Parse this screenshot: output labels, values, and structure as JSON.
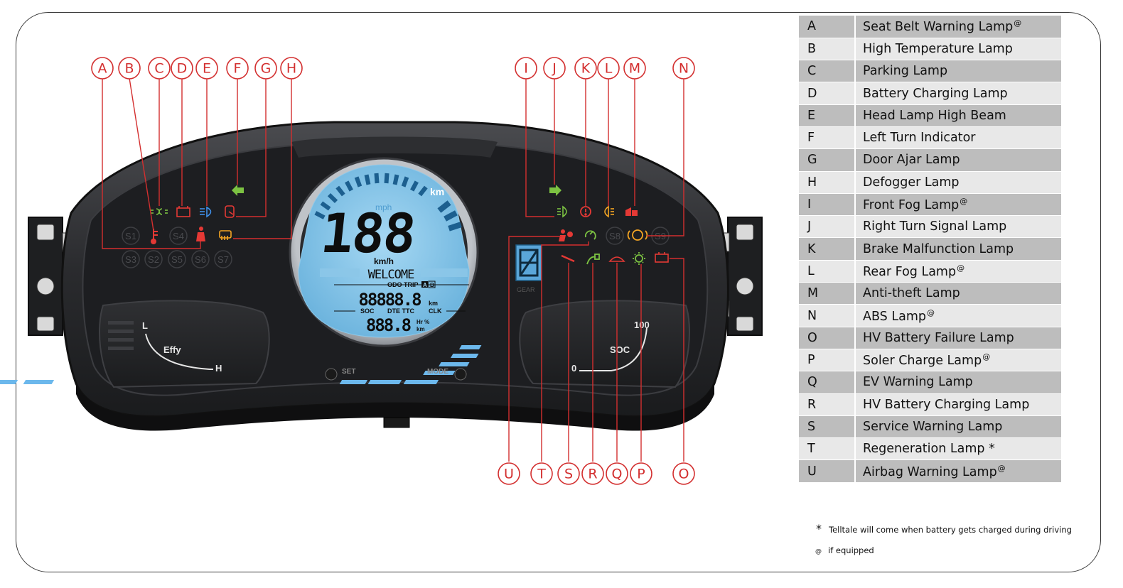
{
  "legend": [
    {
      "key": "A",
      "label": "Seat Belt Warning Lamp",
      "sup": "@"
    },
    {
      "key": "B",
      "label": "High Temperature Lamp",
      "sup": ""
    },
    {
      "key": "C",
      "label": "Parking Lamp",
      "sup": ""
    },
    {
      "key": "D",
      "label": "Battery Charging Lamp",
      "sup": ""
    },
    {
      "key": "E",
      "label": "Head Lamp High Beam",
      "sup": ""
    },
    {
      "key": "F",
      "label": "Left Turn Indicator",
      "sup": ""
    },
    {
      "key": "G",
      "label": "Door Ajar Lamp",
      "sup": ""
    },
    {
      "key": "H",
      "label": "Defogger Lamp",
      "sup": ""
    },
    {
      "key": "I",
      "label": "Front Fog Lamp",
      "sup": "@"
    },
    {
      "key": "J",
      "label": "Right Turn Signal Lamp",
      "sup": ""
    },
    {
      "key": "K",
      "label": "Brake Malfunction Lamp",
      "sup": ""
    },
    {
      "key": "L",
      "label": "Rear Fog Lamp",
      "sup": "@"
    },
    {
      "key": "M",
      "label": "Anti-theft Lamp",
      "sup": ""
    },
    {
      "key": "N",
      "label": "ABS Lamp",
      "sup": "@"
    },
    {
      "key": "O",
      "label": "HV Battery Failure Lamp",
      "sup": ""
    },
    {
      "key": "P",
      "label": "Soler Charge Lamp",
      "sup": "@"
    },
    {
      "key": "Q",
      "label": "EV Warning Lamp",
      "sup": ""
    },
    {
      "key": "R",
      "label": "HV Battery Charging Lamp",
      "sup": ""
    },
    {
      "key": "S",
      "label": "Service Warning Lamp",
      "sup": ""
    },
    {
      "key": "T",
      "label": "Regeneration Lamp  *",
      "sup": ""
    },
    {
      "key": "U",
      "label": "Airbag Warning Lamp",
      "sup": "@"
    }
  ],
  "notes": {
    "star_symbol": "*",
    "star_text": "Telltale will come when battery gets  charged during driving",
    "at_symbol": "@",
    "at_text": "if equipped"
  },
  "display": {
    "speed_digits": "188",
    "speed_unit": "km/h",
    "welcome": "WELCOME",
    "odo_label": "ODO TRIP",
    "trip_a": "A",
    "trip_b": "B",
    "odo_value": "88888.8",
    "odo_unit": "km",
    "soc_label": "SOC",
    "dte_ttc_label": "DTE TTC",
    "clk_label": "CLK",
    "bottom_value": "888.8",
    "hr_pct": "Hr %",
    "bottom_unit": "km",
    "mph": "mph",
    "km_top": "km",
    "gear_label": "GEAR"
  },
  "gauges": {
    "effy_label": "Effy",
    "effy_low": "L",
    "effy_high": "H",
    "soc_label": "SOC",
    "soc_min": "0",
    "soc_max": "100"
  },
  "buttons": {
    "set": "SET",
    "mode": "MODE"
  },
  "spare_slots": [
    "S1",
    "S4",
    "S3",
    "S2",
    "S5",
    "S6",
    "S7",
    "S8",
    "S9"
  ],
  "colors": {
    "callout": "#d32f2f",
    "lcd": "#7ec3ea",
    "telltale_red": "#e53935",
    "telltale_green": "#7cc242",
    "telltale_amber": "#f5a623",
    "telltale_blue": "#3f8fe8",
    "bezel": "#2a2b2e"
  }
}
